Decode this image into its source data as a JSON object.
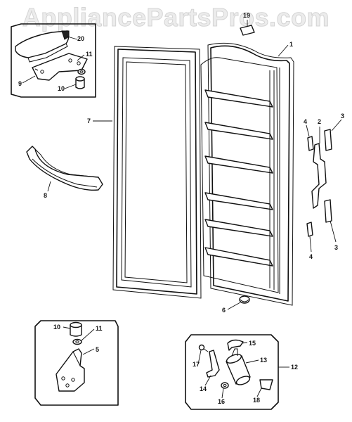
{
  "watermark": "AppliancePartsPros.com",
  "labels": {
    "door_panel": "1",
    "bracket": "2",
    "hinge_cover_a": "3",
    "shim_a": "4",
    "hinge": "5",
    "door_stop": "6",
    "gasket": "7",
    "handle": "8",
    "hinge_plate": "9",
    "bushing_top": "10",
    "washer_top": "11",
    "hardware_kit": "12",
    "cylinder": "13",
    "lever": "14",
    "clip": "15",
    "nut": "16",
    "screw": "17",
    "plate": "18",
    "tag": "19",
    "cover": "20",
    "hinge_cover_b": "3",
    "shim_b": "4",
    "bushing_bottom": "10",
    "washer_bottom": "11"
  }
}
